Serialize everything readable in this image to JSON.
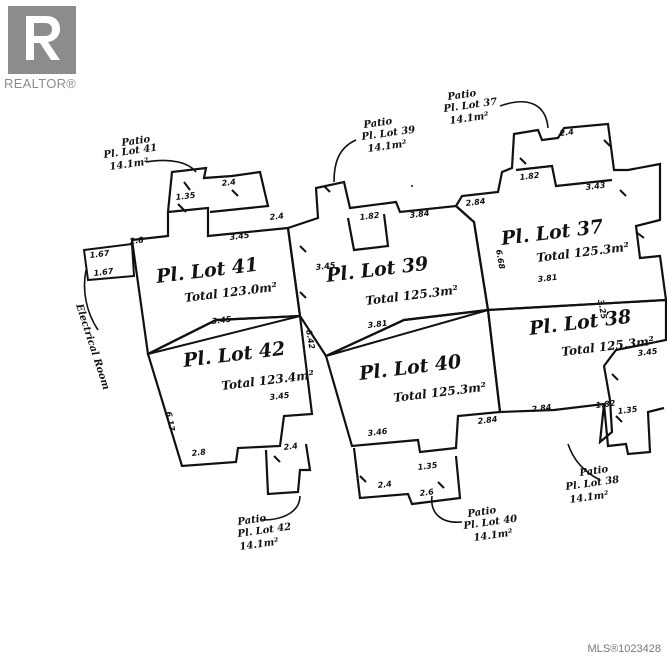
{
  "branding": {
    "logo_text": "REALTOR®",
    "listing_id": "MLS®1023428"
  },
  "lots": [
    {
      "id": "lot41",
      "title": "Pl. Lot 41",
      "area": "Total 123.0m²"
    },
    {
      "id": "lot42",
      "title": "Pl. Lot 42",
      "area": "Total 123.4m²"
    },
    {
      "id": "lot39",
      "title": "Pl. Lot 39",
      "area": "Total 125.3m²"
    },
    {
      "id": "lot40",
      "title": "Pl. Lot 40",
      "area": "Total 125.3m²"
    },
    {
      "id": "lot37",
      "title": "Pl. Lot 37",
      "area": "Total 125.3m²"
    },
    {
      "id": "lot38",
      "title": "Pl. Lot 38",
      "area": "Total 125.3m²"
    }
  ],
  "patios": [
    {
      "id": "patio41",
      "line1": "Patio",
      "line2": "Pl. Lot 41",
      "line3": "14.1m²"
    },
    {
      "id": "patio39",
      "line1": "Patio",
      "line2": "Pl. Lot 39",
      "line3": "14.1m²"
    },
    {
      "id": "patio37",
      "line1": "Patio",
      "line2": "Pl. Lot 37",
      "line3": "14.1m²"
    },
    {
      "id": "patio42",
      "line1": "Patio",
      "line2": "Pl. Lot 42",
      "line3": "14.1m²"
    },
    {
      "id": "patio40",
      "line1": "Patio",
      "line2": "Pl. Lot 40",
      "line3": "14.1m²"
    },
    {
      "id": "patio38",
      "line1": "Patio",
      "line2": "Pl. Lot 38",
      "line3": "14.1m²"
    }
  ],
  "electrical_room": "Electrical Room",
  "dimensions": {
    "d_3_45": "3.45",
    "d_3_46": "3.46",
    "d_3_81": "3.81",
    "d_3_84": "3.84",
    "d_3_43": "3.43",
    "d_2_84": "2.84",
    "d_2_4": "2.4",
    "d_2_6": "2.6",
    "d_2_8": "2.8",
    "d_1_35": "1.35",
    "d_1_82": "1.82",
    "d_1_67": "1.67",
    "d_6_17": "6.17",
    "d_6_42": "6.42",
    "d_6_68": "6.68",
    "d_3_25": "3.25"
  }
}
